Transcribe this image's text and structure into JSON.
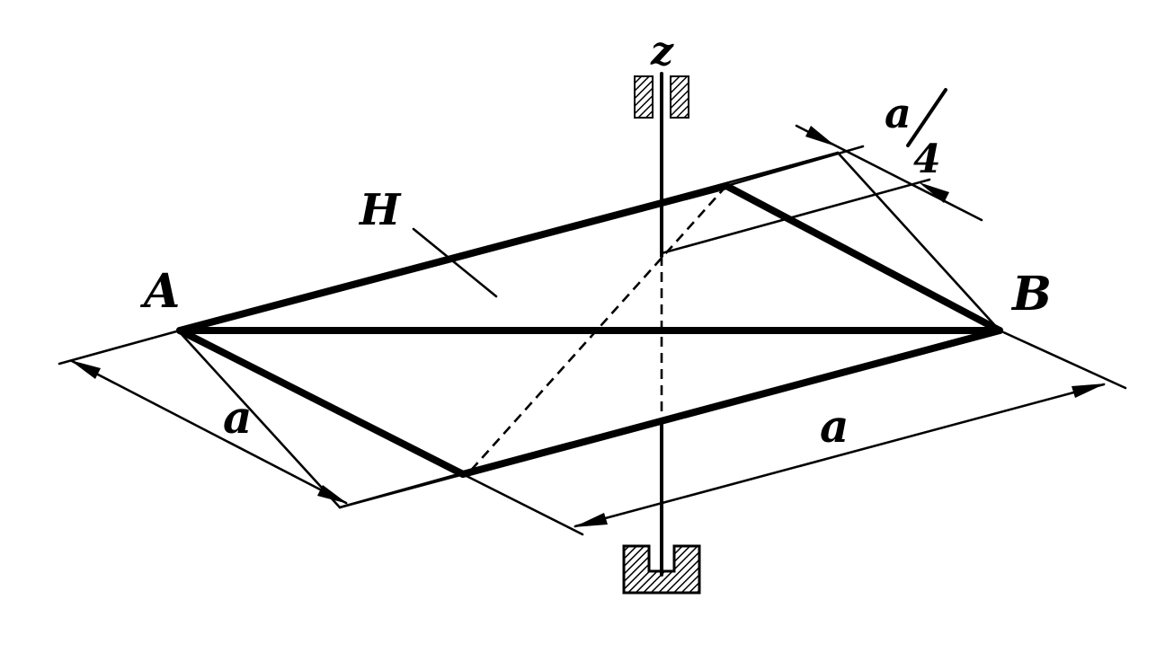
{
  "diagram": {
    "labels": {
      "axis": "z",
      "point_a": "A",
      "point_b": "B",
      "plane": "H",
      "side_left": "a",
      "side_right": "a",
      "offset_num": "a",
      "offset_den": "4"
    }
  }
}
